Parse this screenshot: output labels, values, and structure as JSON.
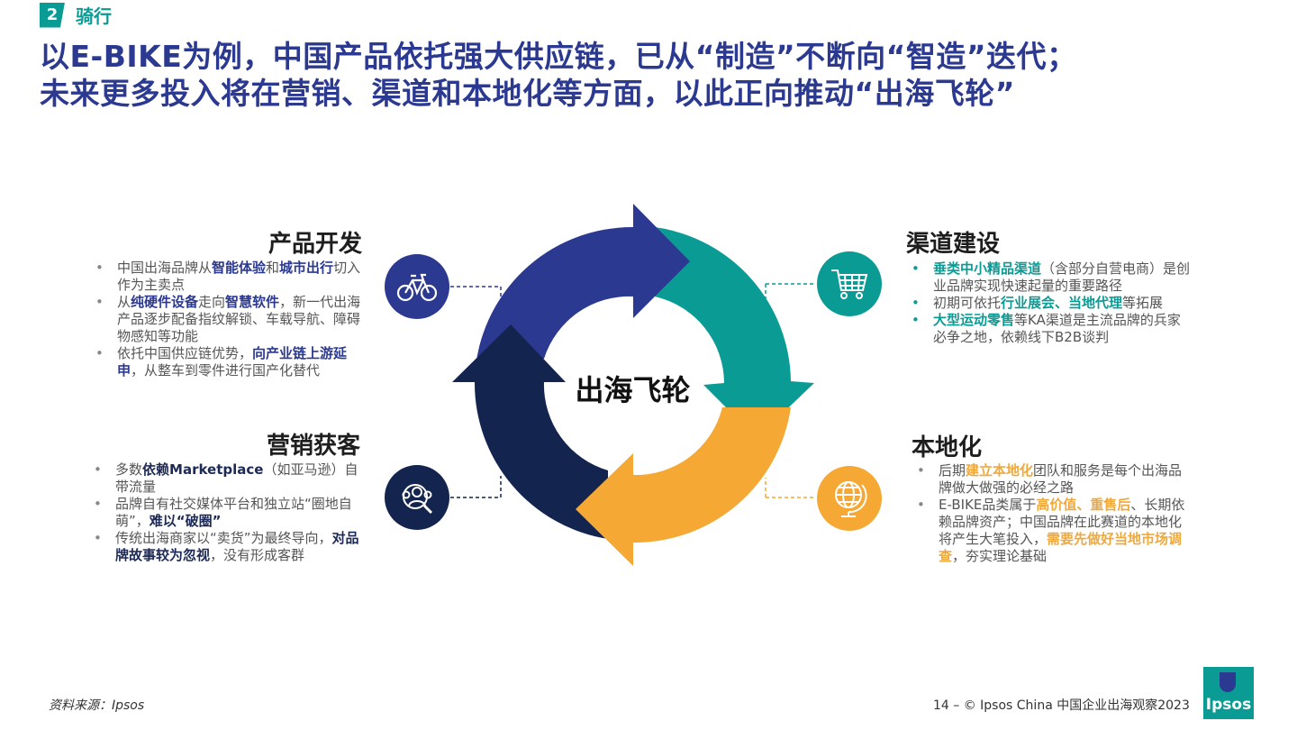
{
  "section": {
    "number": "2",
    "label": "骑行"
  },
  "title": {
    "line1": "以E-BIKE为例，中国产品依托强大供应链，已从“制造”不断向“智造”迭代；",
    "line2": "未来更多投入将在营销、渠道和本地化等方面，以此正向推动“出海飞轮”"
  },
  "center_label": "出海飞轮",
  "product": {
    "heading": "产品开发",
    "icon": "bicycle-icon",
    "b1": {
      "t1": "中国出海品牌从",
      "h1": "智能体验",
      "t2": "和",
      "h2": "城市出行",
      "t3": "切入作为主卖点"
    },
    "b2": {
      "t1": "从",
      "h1": "纯硬件设备",
      "t2": "走向",
      "h2": "智慧软件",
      "t3": "，新一代出海产品逐步配备指纹解锁、车载导航、障碍物感知等功能"
    },
    "b3": {
      "t1": "依托中国供应链优势，",
      "h1": "向产业链上游延申",
      "t2": "，从整车到零件进行国产化替代"
    }
  },
  "channel": {
    "heading": "渠道建设",
    "icon": "shopping-cart-icon",
    "b1": {
      "h1": "垂类中小精品渠道",
      "t1": "（含部分自营电商）是创业品牌实现快速起量的重要路径"
    },
    "b2": {
      "t1": "初期可依托",
      "h1": "行业展会、当地代理",
      "t2": "等拓展"
    },
    "b3": {
      "h1": "大型运动零售",
      "t1": "等KA渠道是主流品牌的兵家必争之地，依赖线下B2B谈判"
    }
  },
  "marketing": {
    "heading": "营销获客",
    "icon": "audience-search-icon",
    "b1": {
      "t1": "多数",
      "h1": "依赖Marketplace",
      "t2": "（如亚马逊）自带流量"
    },
    "b2": {
      "t1": "品牌自有社交媒体平台和独立站“圈地自萌”，",
      "h1": "难以“破圈”"
    },
    "b3": {
      "t1": "传统出海商家以“卖货”为最终导向，",
      "h1": "对品牌故事较为忽视",
      "t2": "，没有形成客群"
    }
  },
  "local": {
    "heading": "本地化",
    "icon": "globe-icon",
    "b1": {
      "t1": "后期",
      "h1": "建立本地化",
      "t2": "团队和服务是每个出海品牌做大做强的必经之路"
    },
    "b2": {
      "t1": "E-BIKE品类属于",
      "h1": "高价值、重售后",
      "t2": "、长期依赖品牌资产；中国品牌在此赛道的本地化将产生大笔投入，",
      "h2": "需要先做好当地市场调查",
      "t3": "，夯实理论基础"
    }
  },
  "colors": {
    "navy": "#2b3990",
    "teal": "#0b9b95",
    "gold": "#f5a833",
    "dark": "#13244f"
  },
  "footer": {
    "source": "资料来源：Ipsos",
    "page": "14 –  © Ipsos China 中国企业出海观察2023",
    "logo": "Ipsos"
  }
}
